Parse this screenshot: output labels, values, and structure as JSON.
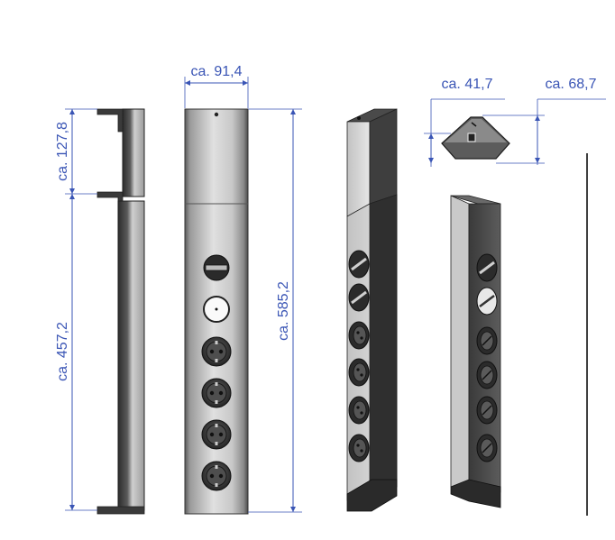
{
  "dimensions": {
    "width": "ca. 91,4",
    "top_height": "ca. 127,8",
    "lower_height": "ca. 457,2",
    "total_height": "ca. 585,2",
    "depth_a": "ca. 41,7",
    "depth_b": "ca. 68,7"
  },
  "colors": {
    "dimension": "#3a55b5",
    "body_dark": "#3b3b3b",
    "body_mid": "#8e8e8e",
    "body_light": "#d6d6d6"
  },
  "outlets": {
    "types": [
      "switch",
      "light",
      "socket",
      "socket",
      "socket",
      "socket"
    ]
  }
}
